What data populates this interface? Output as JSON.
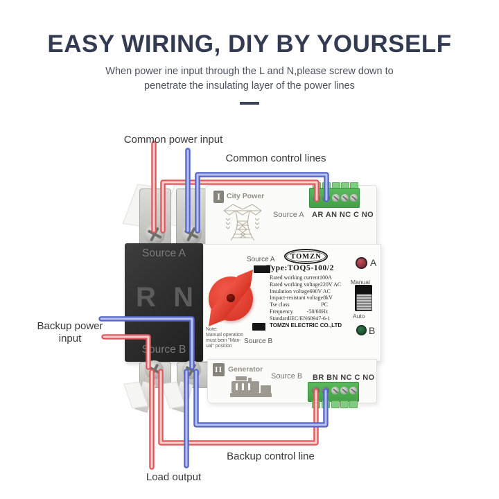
{
  "header": {
    "title": "EASY WIRING, DIY BY YOURSELF",
    "subtitle_line1": "When power ine input through the L and N,please screw down to",
    "subtitle_line2": "penetrate the insulating layer of the power lines"
  },
  "callouts": {
    "common_power_input": "Common power input",
    "common_control_lines": "Common control lines",
    "backup_power_input": "Backup power input",
    "backup_control_line": "Backup control line",
    "load_output": "Load output"
  },
  "breaker": {
    "source_a": "Source A",
    "pole_r": "R",
    "pole_n": "N",
    "source_b": "Source B"
  },
  "panel": {
    "city_power": {
      "numeral": "I",
      "title": "City Power",
      "source_label": "Source A",
      "terminal_labels": "AR AN NC C NO"
    },
    "generator": {
      "numeral": "II",
      "title": "Generator",
      "source_label": "Source B",
      "terminal_labels": "BR BN NC C NO"
    },
    "center": {
      "source_a": "Source A",
      "source_b": "Source B",
      "brand": "TOMZN",
      "model": "Type:TOQ5-100/2",
      "specs": [
        {
          "label": "Rated working current",
          "value": "100A"
        },
        {
          "label": "Rated working voltage",
          "value": "220V AC"
        },
        {
          "label": "Insulation voltage",
          "value": "690V AC"
        },
        {
          "label": "Impact-resistant voltage",
          "value": "8kV"
        },
        {
          "label": "Tse class",
          "value": "PC"
        },
        {
          "label": "Frequency",
          "value": "-50/60Hz"
        },
        {
          "label": "Standard",
          "value": "IEC/EN60947-6-1"
        }
      ],
      "company": "TOMZN ELECTRIC CO.,LTD",
      "note_lines": [
        "Note:",
        "Manual operation",
        "must bein \"Man-",
        "ual\" position"
      ],
      "switch_top": "Manual",
      "switch_bottom": "Auto",
      "led_a": "A",
      "led_b": "B"
    }
  },
  "colors": {
    "wire_red": "#e2565b",
    "wire_blue": "#5365cb",
    "knob_red": "#e2402f",
    "terminal_green": "#52b154",
    "title_navy": "#323b52"
  }
}
